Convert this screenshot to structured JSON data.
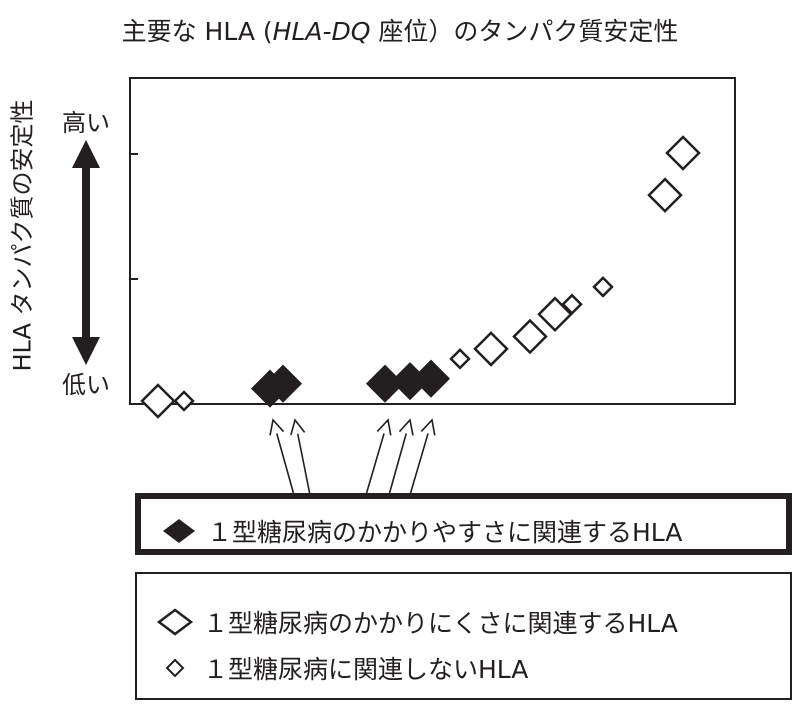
{
  "title_prefix": "主要な HLA (",
  "title_italic": "HLA-DQ",
  "title_suffix": " 座位）のタンパク質安定性",
  "y_axis_label": "HLA タンパク質の安定性",
  "y_high_label": "高い",
  "y_low_label": "低い",
  "legend": {
    "susceptible": "１型糖尿病のかかりやすさに関連するHLA",
    "protective": "１型糖尿病のかかりにくさに関連するHLA",
    "neutral": "１型糖尿病に関連しないHLA"
  },
  "colors": {
    "ink": "#231f20",
    "background": "#ffffff"
  },
  "chart_data": {
    "type": "scatter",
    "title": "主要な HLA (HLA-DQ 座位）のタンパク質安定性",
    "xlabel": "",
    "ylabel": "HLA タンパク質の安定性",
    "y_tick_count": 3,
    "grid": false,
    "legend_position": "bottom",
    "series": [
      {
        "name": "１型糖尿病のかかりやすさに関連するHLA",
        "marker": "filled-diamond-large",
        "points": [
          [
            1,
            0.05
          ],
          [
            2,
            0.07
          ],
          [
            3,
            0.07
          ],
          [
            4,
            0.08
          ],
          [
            5,
            0.09
          ]
        ]
      },
      {
        "name": "１型糖尿病のかかりにくさに関連するHLA",
        "marker": "open-diamond-large",
        "points": [
          [
            6,
            0.0
          ],
          [
            7,
            0.21
          ],
          [
            8,
            0.26
          ],
          [
            9,
            0.35
          ],
          [
            10,
            0.83
          ],
          [
            11,
            1.0
          ]
        ]
      },
      {
        "name": "１型糖尿病に関連しないHLA",
        "marker": "open-diamond-small",
        "points": [
          [
            12,
            0.0
          ],
          [
            13,
            0.17
          ],
          [
            14,
            0.39
          ],
          [
            15,
            0.46
          ]
        ]
      }
    ]
  }
}
